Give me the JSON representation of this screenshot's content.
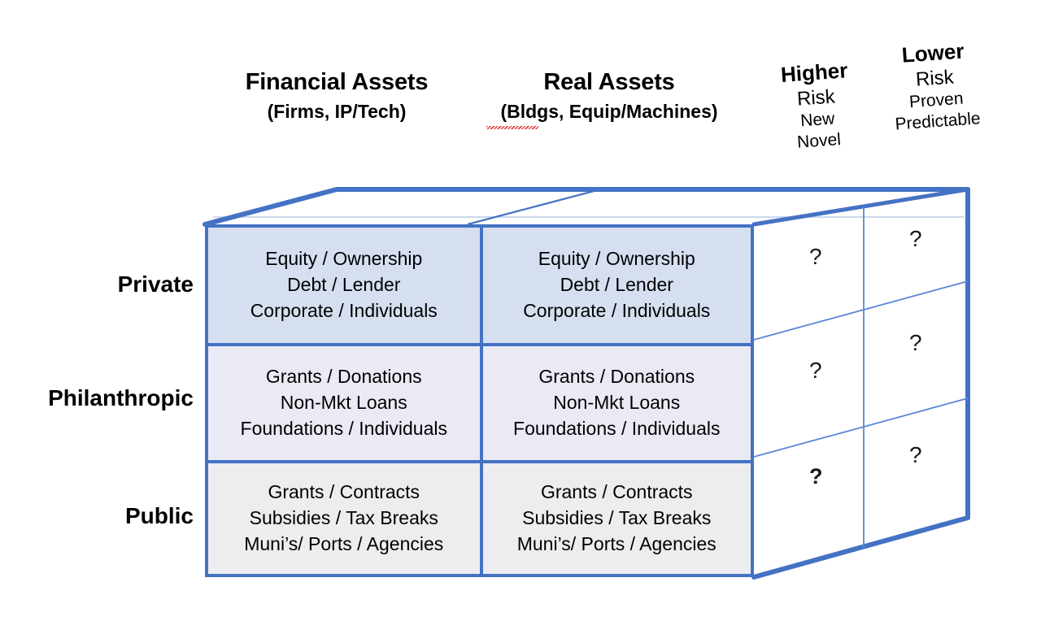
{
  "diagram": {
    "title_columns": [
      {
        "main": "Financial Assets",
        "sub": "(Firms, IP/Tech)"
      },
      {
        "main": "Real Assets",
        "sub": "(Bldgs, Equip/Machines)"
      }
    ],
    "risk_labels": [
      {
        "main": "Higher",
        "line1": "Risk",
        "line2": "New",
        "line3": "Novel"
      },
      {
        "main": "Lower",
        "line1": "Risk",
        "line2": "Proven",
        "line3": "Predictable"
      }
    ],
    "row_labels": [
      "Private",
      "Philanthropic",
      "Public"
    ],
    "front_cells": [
      {
        "row": "Private",
        "column": "Financial Assets",
        "lines": [
          "Equity / Ownership",
          "Debt / Lender",
          "Corporate / Individuals"
        ]
      },
      {
        "row": "Private",
        "column": "Real Assets",
        "lines": [
          "Equity / Ownership",
          "Debt / Lender",
          "Corporate / Individuals"
        ]
      },
      {
        "row": "Philanthropic",
        "column": "Financial Assets",
        "lines": [
          "Grants / Donations",
          "Non-Mkt Loans",
          "Foundations / Individuals"
        ]
      },
      {
        "row": "Philanthropic",
        "column": "Real Assets",
        "lines": [
          "Grants / Donations",
          "Non-Mkt Loans",
          "Foundations / Individuals"
        ]
      },
      {
        "row": "Public",
        "column": "Financial Assets",
        "lines": [
          "Grants / Contracts",
          "Subsidies / Tax Breaks",
          "Muni’s/ Ports / Agencies"
        ]
      },
      {
        "row": "Public",
        "column": "Real Assets",
        "lines": [
          "Grants / Contracts",
          "Subsidies / Tax Breaks",
          "Muni’s/ Ports / Agencies"
        ]
      }
    ],
    "side_cells": [
      {
        "row": "Private",
        "depth": "Higher Risk",
        "text": "?"
      },
      {
        "row": "Private",
        "depth": "Lower Risk",
        "text": "?"
      },
      {
        "row": "Philanthropic",
        "depth": "Higher Risk",
        "text": "?"
      },
      {
        "row": "Philanthropic",
        "depth": "Lower Risk",
        "text": "?"
      },
      {
        "row": "Public",
        "depth": "Higher Risk",
        "text": "?"
      },
      {
        "row": "Public",
        "depth": "Lower Risk",
        "text": "?"
      }
    ],
    "colors": {
      "edge_blue": "#4472c4",
      "cell_row1": "#d6dff0",
      "cell_row2": "#eaeaf5",
      "cell_row3": "#ededf0",
      "background": "#ffffff",
      "text": "#000000",
      "spellcheck_underline": "#e03030"
    }
  }
}
